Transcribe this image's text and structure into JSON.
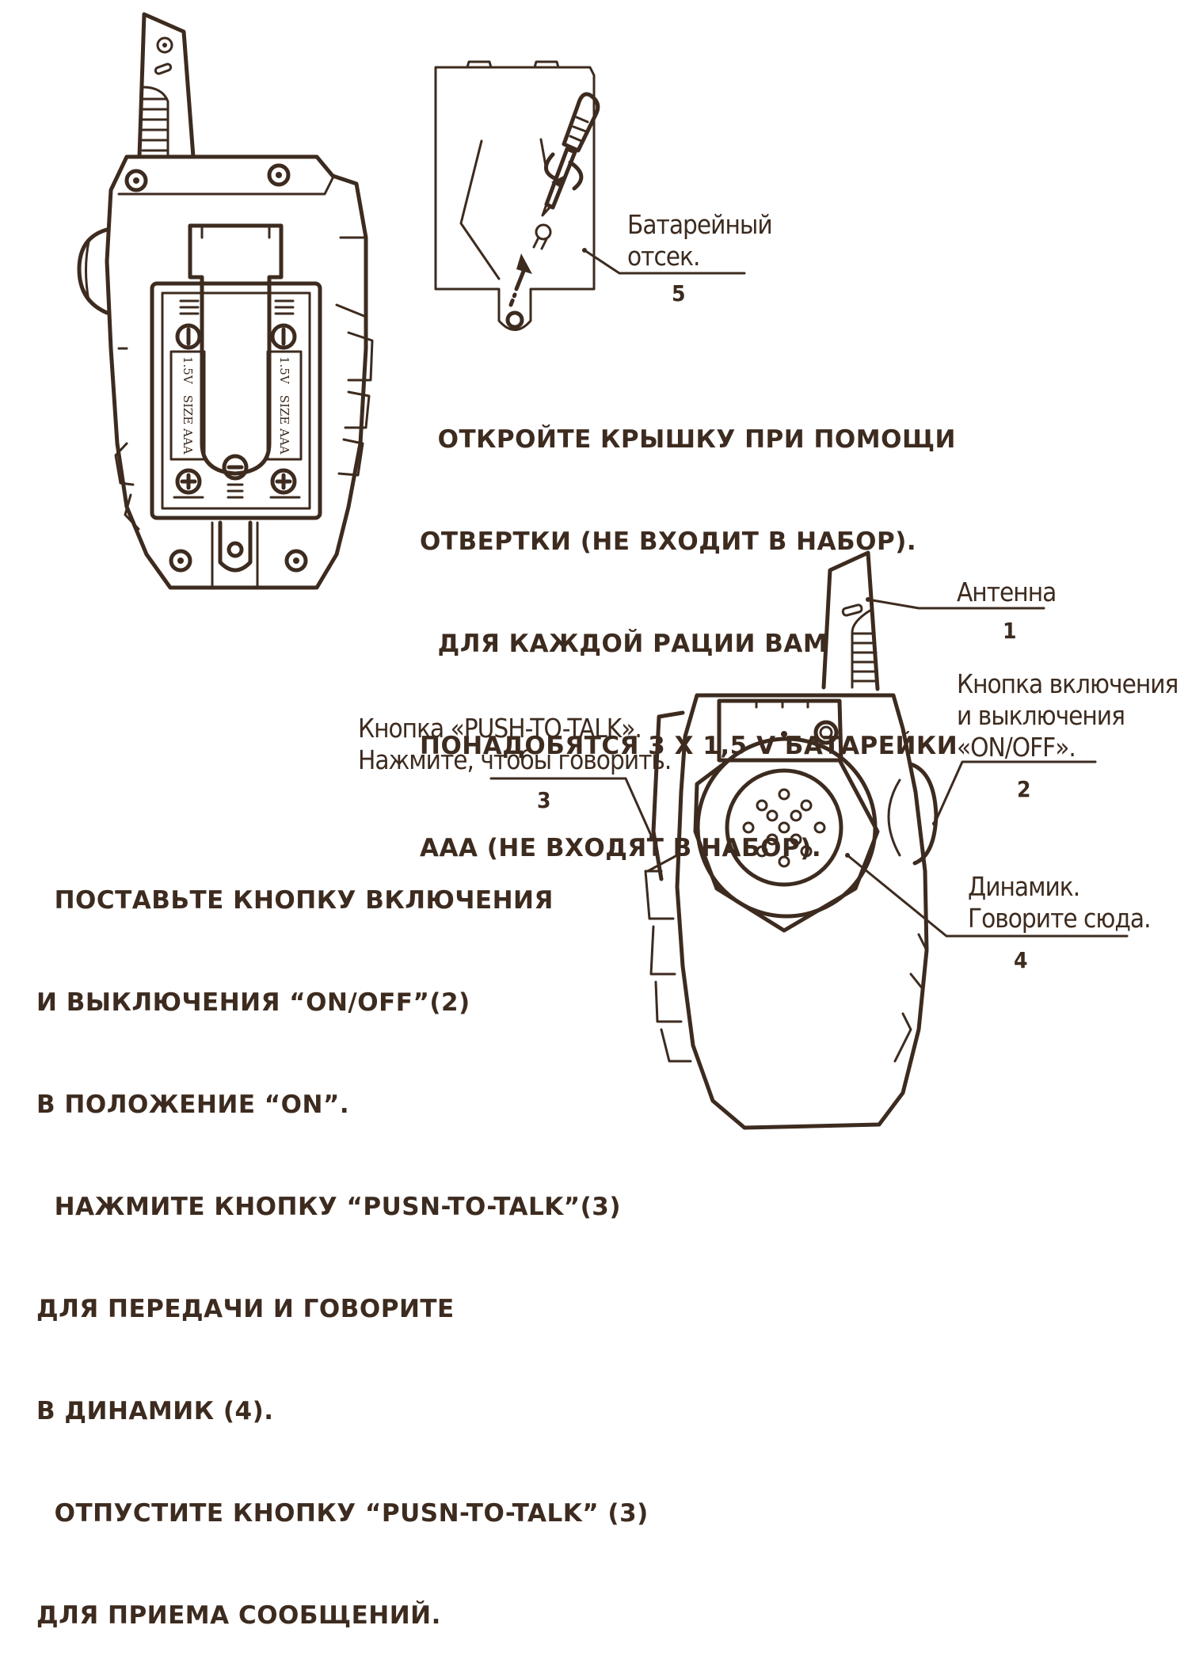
{
  "callouts": {
    "battery": {
      "text_line1": "Батарейный",
      "text_line2": "отсек.",
      "number": "5"
    },
    "antenna": {
      "text": "Антенна",
      "number": "1"
    },
    "power": {
      "text_line1": "Кнопка включения",
      "text_line2": "и выключения",
      "text_line3": "«ON/OFF».",
      "number": "2"
    },
    "ptt": {
      "text_line1": "Кнопка «PUSH-TO-TALK».",
      "text_line2": "Нажмите, чтобы говорить.",
      "number": "3"
    },
    "speaker": {
      "text_line1": "Динамик.",
      "text_line2": "Говорите сюда.",
      "number": "4"
    }
  },
  "battery_markings": {
    "voltage": "1.5V",
    "size": "SIZE AAA",
    "minus": "−",
    "plus": "+"
  },
  "instructions_battery": [
    "  ОТКРОЙТЕ КРЫШКУ ПРИ ПОМОЩИ",
    "ОТВЕРТКИ (НЕ ВХОДИТ В НАБОР).",
    "  ДЛЯ КАЖДОЙ РАЦИИ ВАМ",
    "ПОНАДОБЯТСЯ 3 Х 1,5 V БАТАРЕЙКИ",
    "ААА (НЕ ВХОДЯТ В НАБОР)."
  ],
  "instructions_usage": [
    "  ПОСТАВЬТЕ КНОПКУ ВКЛЮЧЕНИЯ",
    "И ВЫКЛЮЧЕНИЯ “ON/OFF”(2)",
    "В ПОЛОЖЕНИЕ “ON”.",
    "  НАЖМИТЕ КНОПКУ “PUSN-TO-TALK”(3)",
    "ДЛЯ ПЕРЕДАЧИ И ГОВОРИТЕ",
    "В ДИНАМИК (4).",
    "  ОТПУСТИТЕ КНОПКУ “PUSN-TO-TALK” (3)",
    "ДЛЯ ПРИЕМА СООБЩЕНИЙ."
  ],
  "colors": {
    "ink": "#3d2b1f",
    "background": "#ffffff"
  }
}
